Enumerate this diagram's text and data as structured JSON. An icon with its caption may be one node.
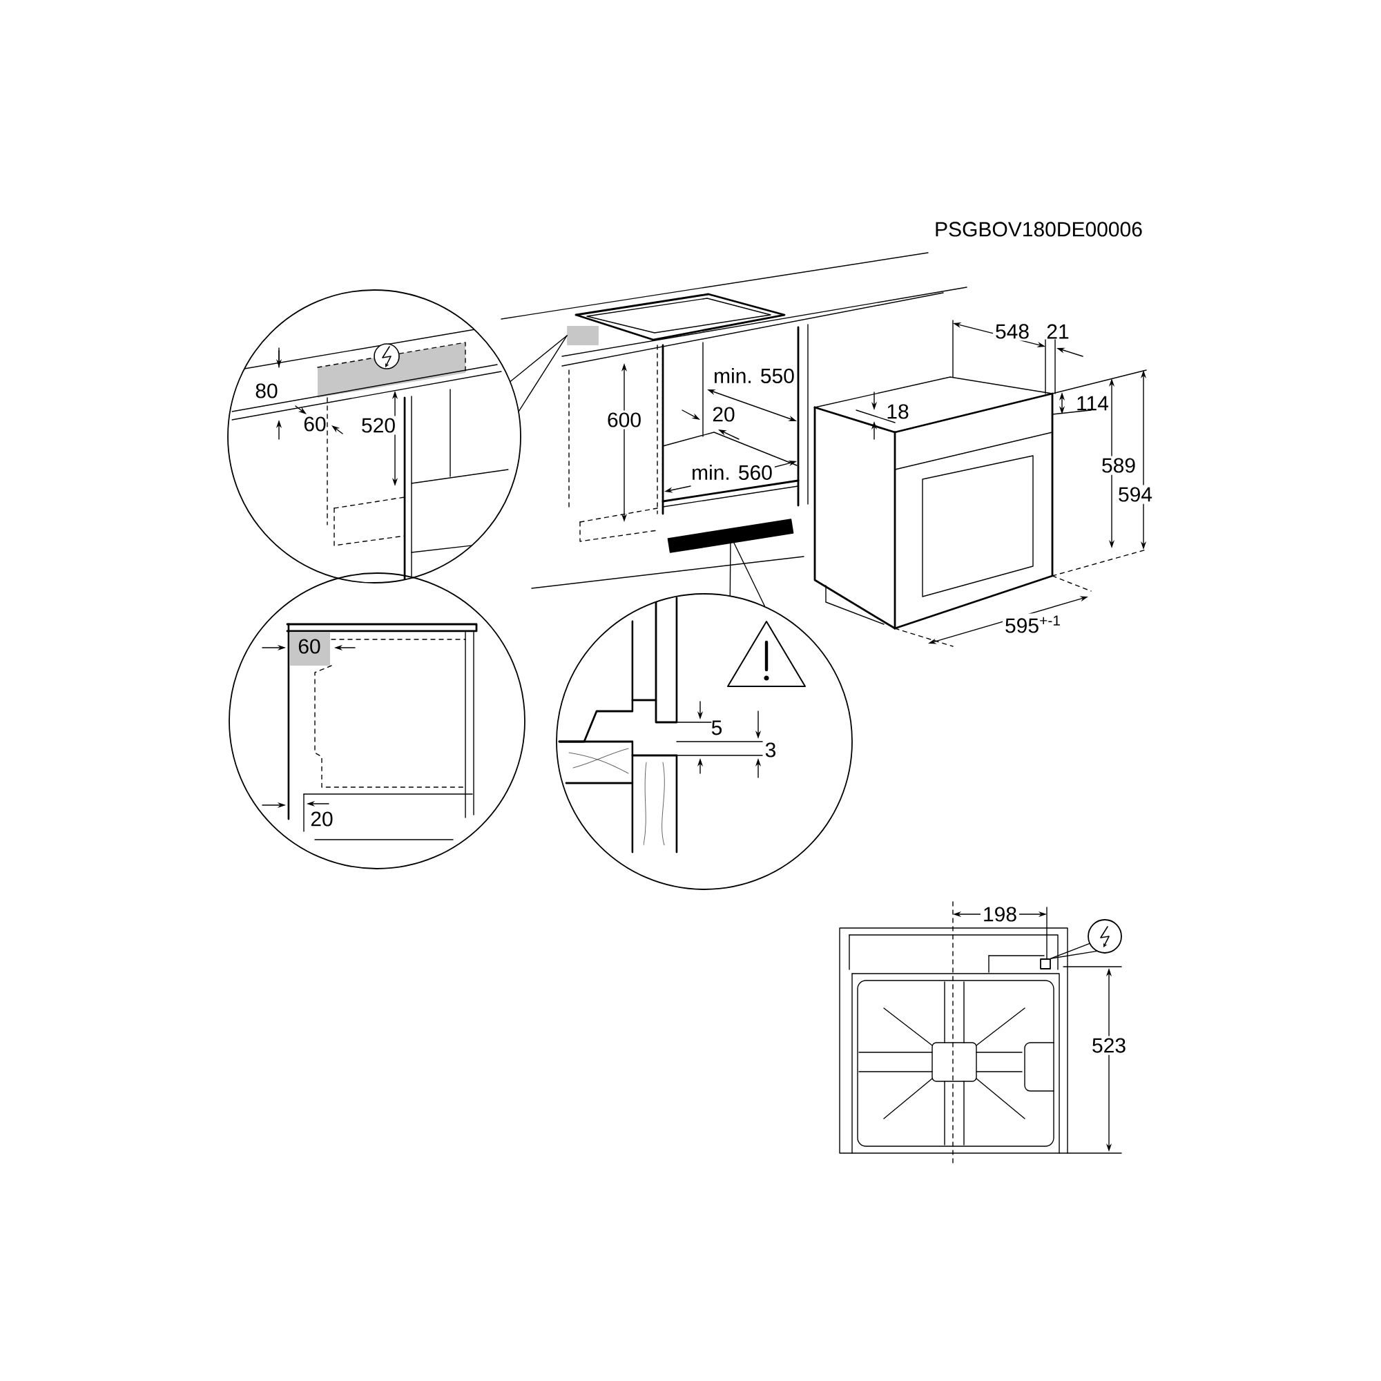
{
  "diagram": {
    "nodes": [
      {
        "text": [],
        "shape": "circle"
      },
      {
        "text": [],
        "shape": "box"
      },
      {
        "text": [],
        "shape": "bar"
      },
      {
        "text": [],
        "shape": "circle"
      },
      {
        "text": [],
        "shape": "circle"
      },
      {
        "text": [],
        "shape": "box"
      }
    ],
    "edges": [
      {
        "from": 0,
        "to": 1,
        "arrow": "none"
      },
      {
        "from": 3,
        "to": 2,
        "arrow": "none"
      },
      {
        "from": 4,
        "to": 5,
        "arrow": "none"
      }
    ],
    "labels": [
      "PSGBOV180DE00006",
      "548",
      "21",
      "80",
      "min. 550",
      "114",
      "18",
      "60",
      "520",
      "600",
      "20",
      "589",
      "594",
      "min. 560",
      "595$^{+-1}$",
      "60",
      "5",
      "3",
      "20",
      "198",
      "523"
    ]
  }
}
